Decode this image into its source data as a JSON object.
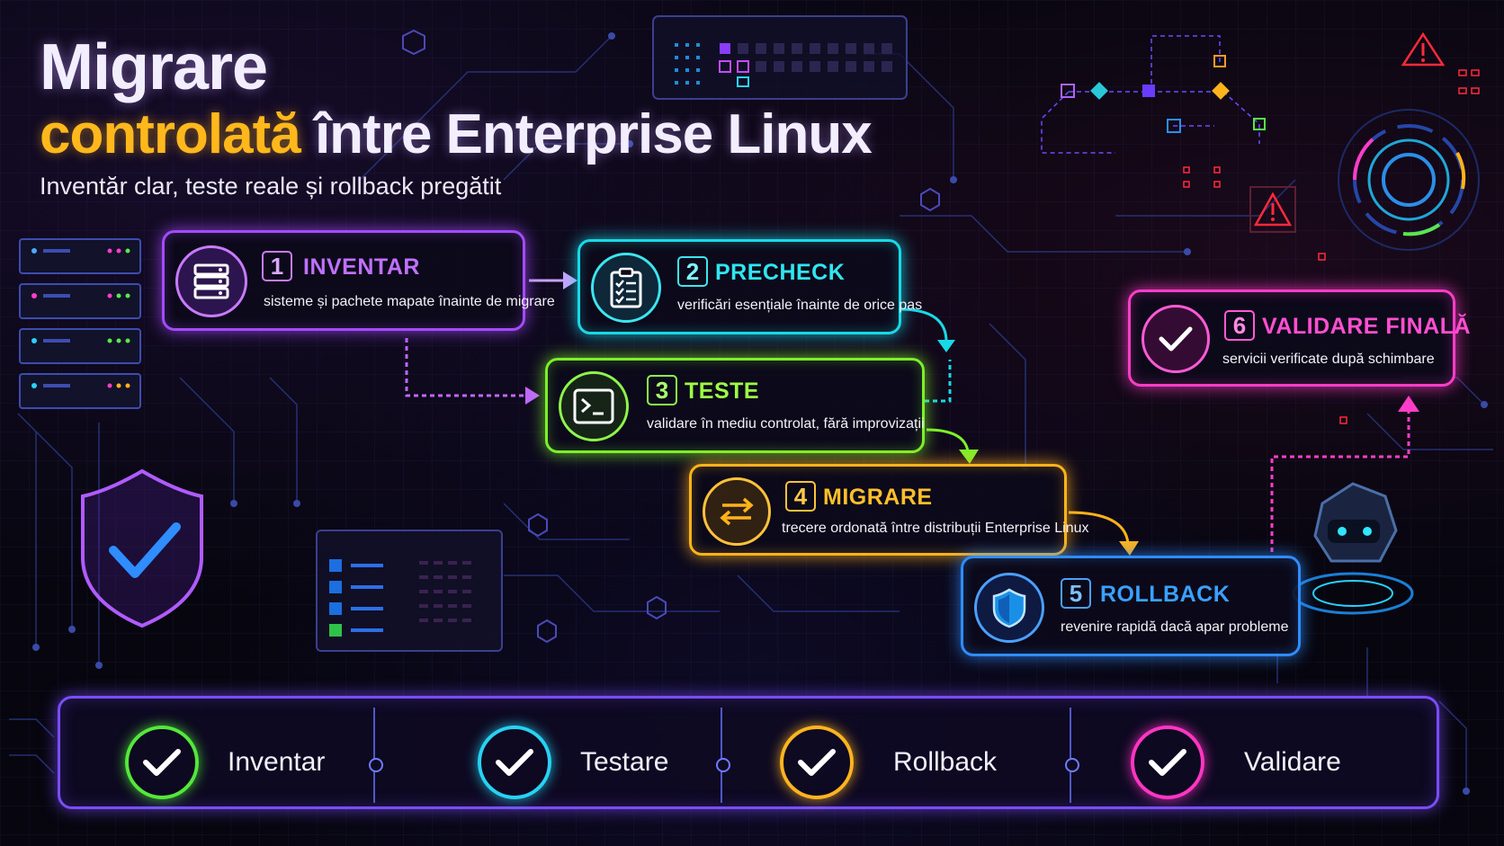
{
  "header": {
    "title_line1": "Migrare",
    "title_line2_accent": "controlată",
    "title_line2_rest": "între Enterprise Linux",
    "subtitle": "Inventăr clar, teste reale și rollback pregătit"
  },
  "steps": [
    {
      "number": "1",
      "label": "INVENTAR",
      "desc": "sisteme și pachete mapate înainte de migrare",
      "color": "#a44bff",
      "icon": "server-stack-icon"
    },
    {
      "number": "2",
      "label": "PRECHECK",
      "desc": "verificări esențiale înainte de orice pas",
      "color": "#19d9e6",
      "icon": "clipboard-checklist-icon"
    },
    {
      "number": "3",
      "label": "TESTE",
      "desc": "validare în mediu controlat, fără improvizații",
      "color": "#7cf02a",
      "icon": "terminal-icon"
    },
    {
      "number": "4",
      "label": "MIGRARE",
      "desc": "trecere ordonată între distribuții Enterprise Linux",
      "color": "#ffb31a",
      "icon": "swap-arrows-icon"
    },
    {
      "number": "5",
      "label": "ROLLBACK",
      "desc": "revenire rapidă dacă apar probleme",
      "color": "#2f8dff",
      "icon": "shield-icon"
    },
    {
      "number": "6",
      "label": "VALIDARE FINALĂ",
      "desc": "servicii verificate după schimbare",
      "color": "#ff3dc8",
      "icon": "checkmark-icon"
    }
  ],
  "summary": [
    {
      "label": "Inventar",
      "color": "#53e83a"
    },
    {
      "label": "Testare",
      "color": "#27d2f2"
    },
    {
      "label": "Rollback",
      "color": "#ffb41f"
    },
    {
      "label": "Validare",
      "color": "#ff35c4"
    }
  ]
}
